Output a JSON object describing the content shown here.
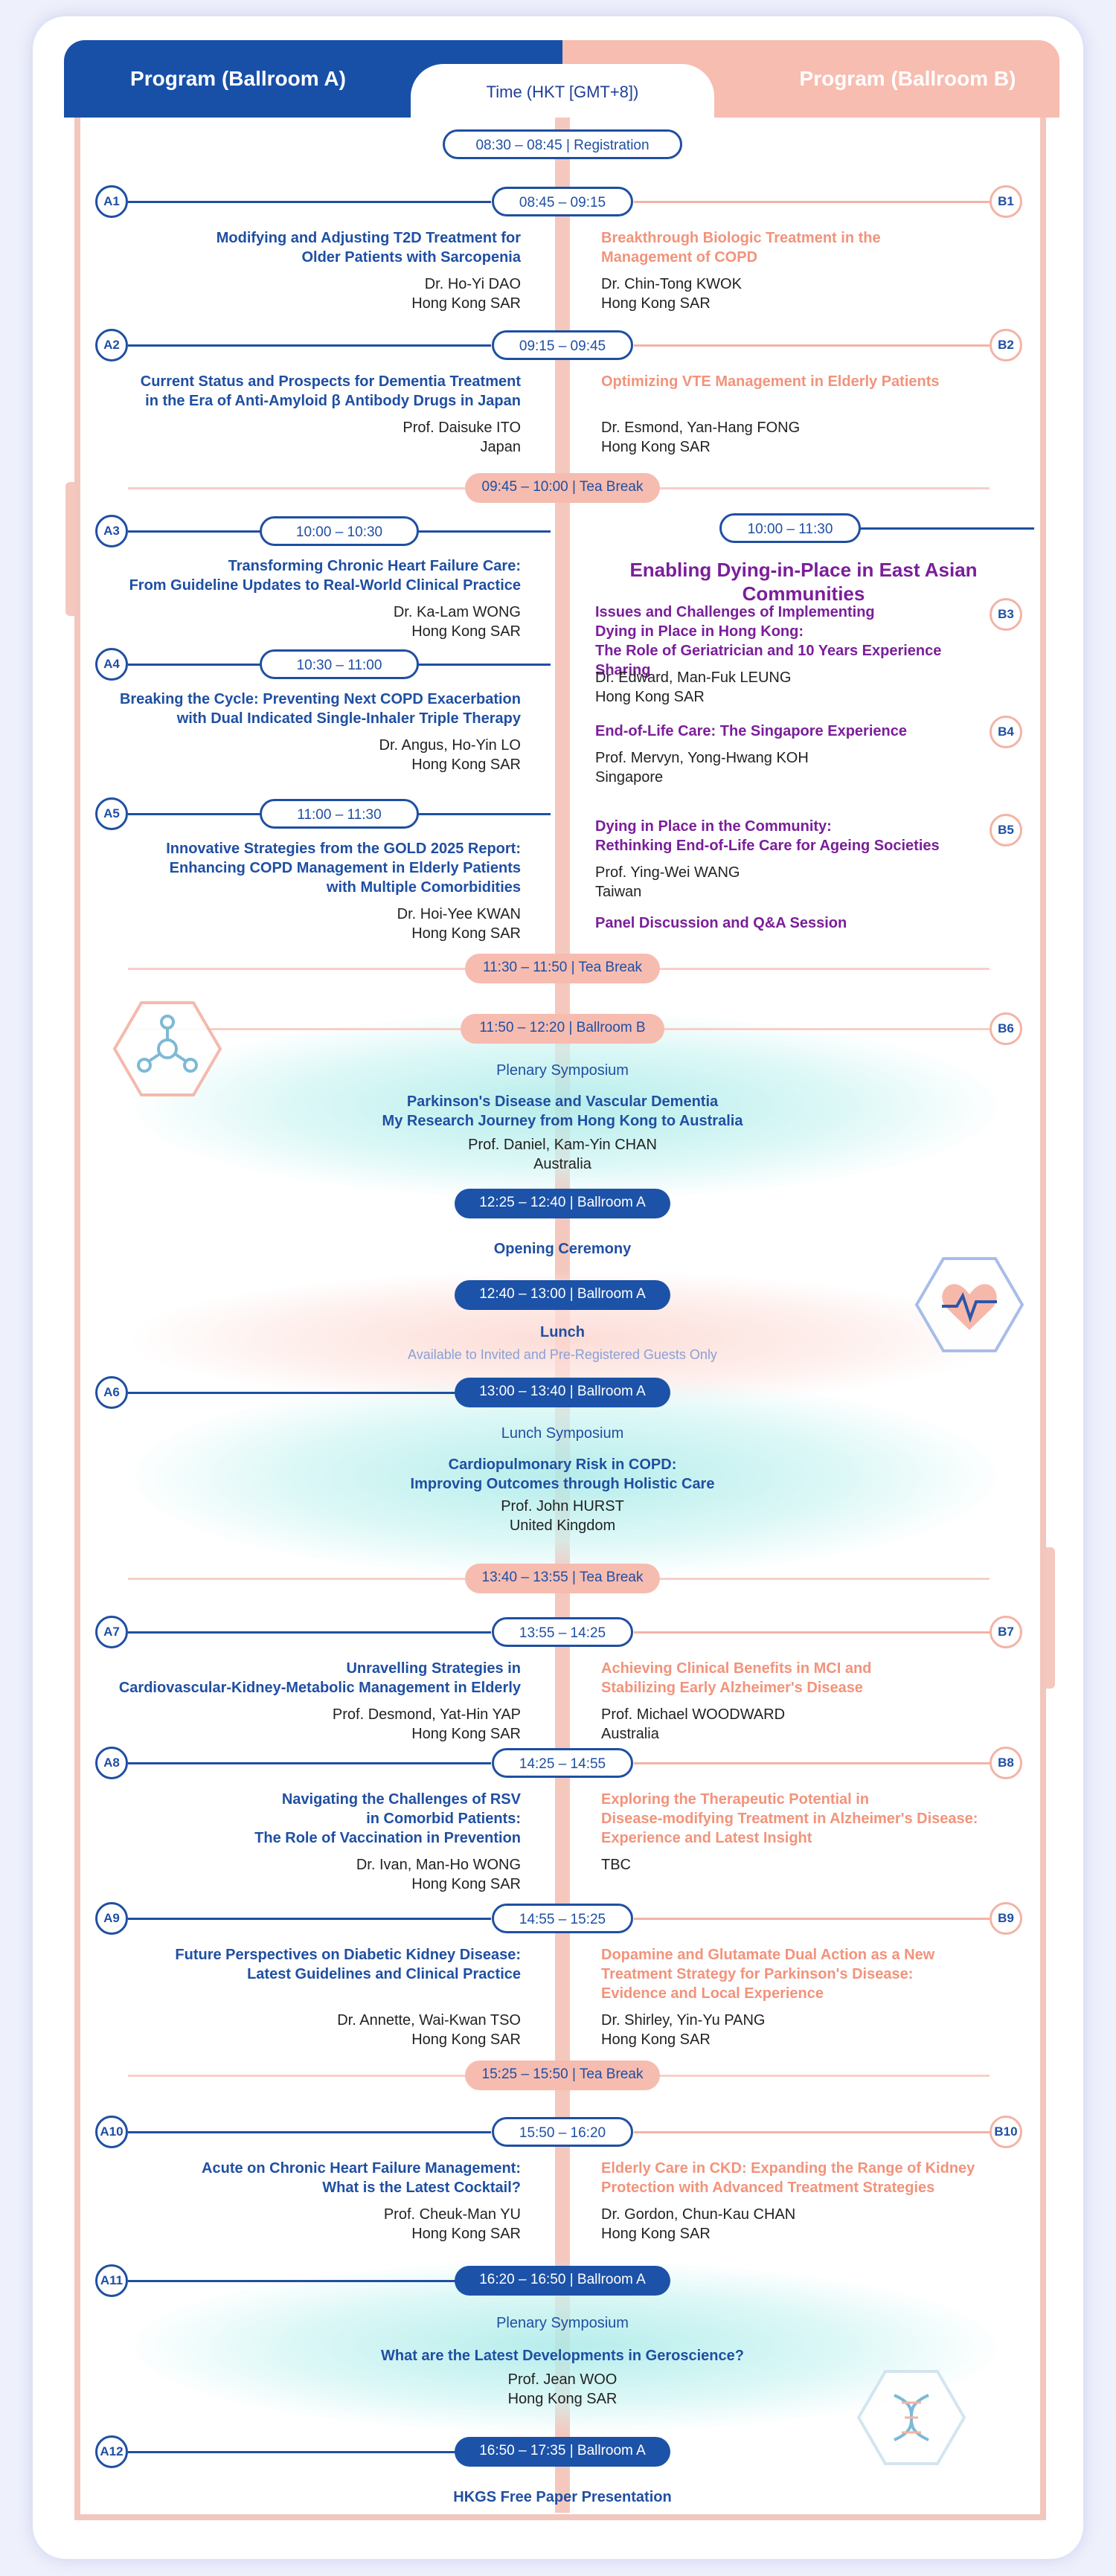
{
  "header": {
    "left_title": "Program (Ballroom A)",
    "right_title": "Program (Ballroom B)",
    "time_tab": "Time (HKT [GMT+8])"
  },
  "colors": {
    "blue": "#1850a8",
    "peach": "#f7bdb0",
    "purple": "#7b1e9a",
    "teal_glow": "#cdf5f3"
  },
  "icons": [
    "molecule-icon",
    "heart-pulse-icon",
    "dna-icon"
  ],
  "registration": "08:30 – 08:45 | Registration",
  "slot1": {
    "time": "08:45 – 09:15",
    "a_badge": "A1",
    "b_badge": "B1",
    "a_title": [
      "Modifying and Adjusting T2D Treatment for",
      "Older Patients with Sarcopenia"
    ],
    "a_speaker": "Dr. Ho-Yi DAO",
    "a_place": "Hong Kong SAR",
    "b_title": [
      "Breakthrough Biologic Treatment in the",
      "Management of COPD"
    ],
    "b_speaker": "Dr. Chin-Tong KWOK",
    "b_place": "Hong Kong SAR"
  },
  "slot2": {
    "time": "09:15 – 09:45",
    "a_badge": "A2",
    "b_badge": "B2",
    "a_title": [
      "Current Status and Prospects for Dementia Treatment",
      "in the Era of Anti-Amyloid β Antibody Drugs in Japan"
    ],
    "a_speaker": "Prof. Daisuke ITO",
    "a_place": "Japan",
    "b_title": [
      "Optimizing VTE Management in Elderly Patients"
    ],
    "b_speaker": "Dr. Esmond, Yan-Hang FONG",
    "b_place": "Hong Kong SAR"
  },
  "tea1": "09:45 – 10:00 | Tea Break",
  "a3": {
    "badge": "A3",
    "time": "10:00 – 10:30",
    "title": [
      "Transforming Chronic Heart Failure Care:",
      "From Guideline Updates to Real-World Clinical Practice"
    ],
    "speaker": "Dr. Ka-Lam WONG",
    "place": "Hong Kong SAR"
  },
  "a4": {
    "badge": "A4",
    "time": "10:30 – 11:00",
    "title": [
      "Breaking the Cycle: Preventing Next COPD Exacerbation",
      "with Dual Indicated Single-Inhaler Triple Therapy"
    ],
    "speaker": "Dr. Angus, Ho-Yin LO",
    "place": "Hong Kong SAR"
  },
  "a5": {
    "badge": "A5",
    "time": "11:00 – 11:30",
    "title": [
      "Innovative Strategies from the GOLD 2025 Report:",
      "Enhancing COPD Management in Elderly Patients",
      "with Multiple Comorbidities"
    ],
    "speaker": "Dr. Hoi-Yee KWAN",
    "place": "Hong Kong SAR"
  },
  "bsym": {
    "time": "10:00 – 11:30",
    "heading": "Enabling Dying-in-Place in East Asian Communities",
    "b3": {
      "badge": "B3",
      "title": [
        "Issues and Challenges of Implementing",
        "Dying in Place in Hong Kong:",
        "The Role of Geriatrician and 10 Years Experience Sharing"
      ],
      "speaker": "Dr. Edward, Man-Fuk LEUNG",
      "place": "Hong Kong SAR"
    },
    "b4": {
      "badge": "B4",
      "title": [
        "End-of-Life Care: The Singapore Experience"
      ],
      "speaker": "Prof. Mervyn, Yong-Hwang KOH",
      "place": "Singapore"
    },
    "b5": {
      "badge": "B5",
      "title": [
        "Dying in Place in the Community:",
        "Rethinking End-of-Life Care for Ageing Societies"
      ],
      "speaker": "Prof. Ying-Wei WANG",
      "place": "Taiwan"
    },
    "panel": "Panel Discussion and Q&A Session"
  },
  "tea2": "11:30 – 11:50 | Tea Break",
  "plenary1": {
    "badge": "B6",
    "time": "11:50 – 12:20 | Ballroom B",
    "label": "Plenary Symposium",
    "title": [
      "Parkinson's Disease and Vascular Dementia",
      "My Research Journey from Hong Kong to Australia"
    ],
    "speaker": "Prof. Daniel, Kam-Yin CHAN",
    "place": "Australia"
  },
  "opening": {
    "time": "12:25 – 12:40 | Ballroom A",
    "label": "Opening Ceremony"
  },
  "lunch": {
    "time": "12:40 – 13:00 | Ballroom A",
    "label": "Lunch",
    "note": "Available to Invited and Pre-Registered Guests Only"
  },
  "lunchsym": {
    "badge": "A6",
    "time": "13:00 – 13:40 | Ballroom A",
    "label": "Lunch Symposium",
    "title": [
      "Cardiopulmonary Risk in COPD:",
      "Improving Outcomes through Holistic Care"
    ],
    "speaker": "Prof. John HURST",
    "place": "United Kingdom"
  },
  "tea3": "13:40 – 13:55 | Tea Break",
  "slot7": {
    "time": "13:55 – 14:25",
    "a_badge": "A7",
    "b_badge": "B7",
    "a_title": [
      "Unravelling Strategies in",
      "Cardiovascular-Kidney-Metabolic Management in Elderly"
    ],
    "a_speaker": "Prof. Desmond, Yat-Hin YAP",
    "a_place": "Hong Kong SAR",
    "b_title": [
      "Achieving Clinical Benefits in MCI and",
      "Stabilizing Early Alzheimer's Disease"
    ],
    "b_speaker": "Prof. Michael WOODWARD",
    "b_place": "Australia"
  },
  "slot8": {
    "time": "14:25 – 14:55",
    "a_badge": "A8",
    "b_badge": "B8",
    "a_title": [
      "Navigating the Challenges of RSV",
      "in Comorbid Patients:",
      "The Role of Vaccination in Prevention"
    ],
    "a_speaker": "Dr. Ivan, Man-Ho WONG",
    "a_place": "Hong Kong SAR",
    "b_title": [
      "Exploring the Therapeutic Potential in",
      "Disease-modifying Treatment in Alzheimer's Disease:",
      "Experience and Latest Insight"
    ],
    "b_speaker": "TBC",
    "b_place": ""
  },
  "slot9": {
    "time": "14:55 – 15:25",
    "a_badge": "A9",
    "b_badge": "B9",
    "a_title": [
      "Future Perspectives on Diabetic Kidney Disease:",
      "Latest Guidelines and Clinical Practice"
    ],
    "a_speaker": "Dr. Annette, Wai-Kwan TSO",
    "a_place": "Hong Kong SAR",
    "b_title": [
      "Dopamine and Glutamate Dual Action as a New",
      "Treatment Strategy for Parkinson's Disease:",
      "Evidence and Local Experience"
    ],
    "b_speaker": "Dr. Shirley, Yin-Yu PANG",
    "b_place": "Hong Kong SAR"
  },
  "tea4": "15:25 – 15:50 | Tea Break",
  "slot10": {
    "time": "15:50 – 16:20",
    "a_badge": "A10",
    "b_badge": "B10",
    "a_title": [
      "Acute on Chronic Heart Failure Management:",
      "What is the Latest Cocktail?"
    ],
    "a_speaker": "Prof. Cheuk-Man YU",
    "a_place": "Hong Kong SAR",
    "b_title": [
      "Elderly Care in CKD: Expanding the Range of Kidney",
      "Protection with Advanced Treatment Strategies"
    ],
    "b_speaker": "Dr. Gordon, Chun-Kau CHAN",
    "b_place": "Hong Kong SAR"
  },
  "plenary2": {
    "badge": "A11",
    "time": "16:20 – 16:50 | Ballroom A",
    "label": "Plenary Symposium",
    "title": [
      "What are the Latest Developments in Geroscience?"
    ],
    "speaker": "Prof. Jean WOO",
    "place": "Hong Kong SAR"
  },
  "final": {
    "badge": "A12",
    "time": "16:50 – 17:35 | Ballroom A",
    "label": "HKGS Free Paper Presentation"
  }
}
